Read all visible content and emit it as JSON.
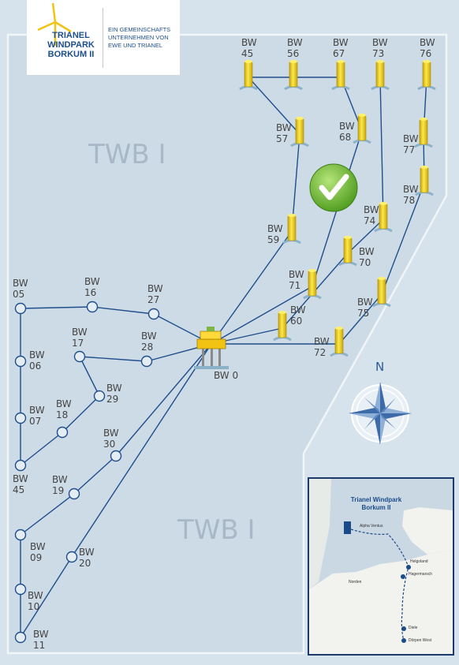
{
  "logo": {
    "brand_lines": [
      "TRIANEL",
      "WINDPARK",
      "BORKUM II"
    ],
    "sub_lines": [
      "EIN GEMEINSCHAFTS",
      "UNTERNEHMEN VON",
      "EWE UND TRIANEL"
    ]
  },
  "zones": [
    "TWB I",
    "TWB I"
  ],
  "compass": {
    "label": "N"
  },
  "substation": {
    "label": "BW 0"
  },
  "turbines_installed": [
    {
      "label": "BW 45"
    },
    {
      "label": "BW 56"
    },
    {
      "label": "BW 67"
    },
    {
      "label": "BW 73"
    },
    {
      "label": "BW 76"
    },
    {
      "label": "BW 57"
    },
    {
      "label": "BW 68"
    },
    {
      "label": "BW 77"
    },
    {
      "label": "BW 78"
    },
    {
      "label": "BW 59"
    },
    {
      "label": "BW 74"
    },
    {
      "label": "BW 70"
    },
    {
      "label": "BW 71"
    },
    {
      "label": "BW 75"
    },
    {
      "label": "BW 60"
    },
    {
      "label": "BW 72"
    }
  ],
  "turbines_planned": [
    {
      "label": "BW 05"
    },
    {
      "label": "BW 16"
    },
    {
      "label": "BW 27"
    },
    {
      "label": "BW 17"
    },
    {
      "label": "BW 28"
    },
    {
      "label": "BW 06"
    },
    {
      "label": "BW 29"
    },
    {
      "label": "BW 18"
    },
    {
      "label": "BW 07"
    },
    {
      "label": "BW 30"
    },
    {
      "label": "BW 45"
    },
    {
      "label": "BW 19"
    },
    {
      "label": "BW 09"
    },
    {
      "label": "BW 20"
    },
    {
      "label": "BW 10"
    },
    {
      "label": "BW 11"
    }
  ],
  "inset": {
    "title_lines": [
      "Trianel Windpark",
      "Borkum II"
    ],
    "places": [
      "Alpha Ventus",
      "Helgoland",
      "Norden",
      "Hagermarsch",
      "Diele",
      "Dörpen West"
    ]
  },
  "colors": {
    "sea": "#d6e3ec",
    "cable": "#1f4e8c",
    "turbine": "#f2d21b",
    "check": "#6cb52d"
  }
}
